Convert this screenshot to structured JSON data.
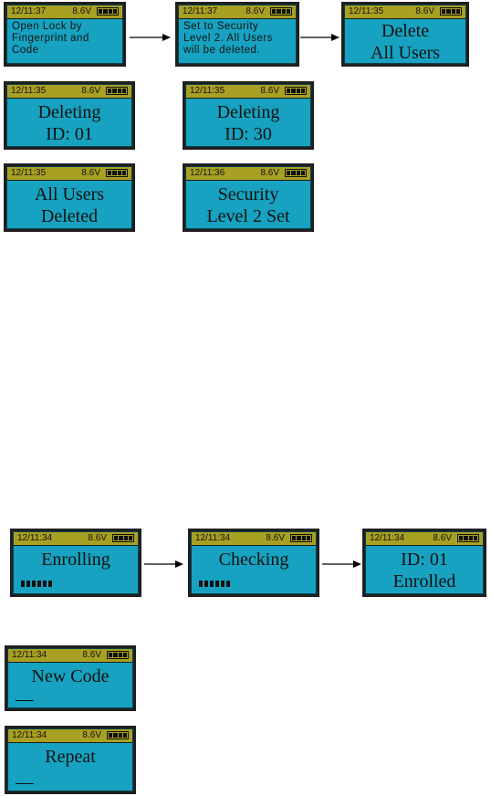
{
  "screens": {
    "s1": {
      "time": "12/11:37",
      "volt": "8.6V",
      "lines": [
        "Open Lock by",
        "Fingerprint and",
        "Code"
      ]
    },
    "s2": {
      "time": "12/11:37",
      "volt": "8.6V",
      "lines": [
        "Set to Security",
        "Level 2. All Users",
        "will be deleted."
      ]
    },
    "s3": {
      "time": "12/11:35",
      "volt": "8.6V",
      "lines": [
        "Delete",
        "All Users"
      ]
    },
    "s4": {
      "time": "12/11:35",
      "volt": "8.6V",
      "lines": [
        "Deleting",
        "ID: 01"
      ]
    },
    "s5": {
      "time": "12/11:35",
      "volt": "8.6V",
      "lines": [
        "Deleting",
        "ID: 30"
      ]
    },
    "s6": {
      "time": "12/11:35",
      "volt": "8.6V",
      "lines": [
        "All Users",
        "Deleted"
      ]
    },
    "s7": {
      "time": "12/11:36",
      "volt": "8.6V",
      "lines": [
        "Security",
        "Level 2 Set"
      ]
    },
    "s8": {
      "time": "12/11:34",
      "volt": "8.6V",
      "lines": [
        "Enrolling"
      ]
    },
    "s9": {
      "time": "12/11:34",
      "volt": "8.6V",
      "lines": [
        "Checking"
      ]
    },
    "s10": {
      "time": "12/11:34",
      "volt": "8.6V",
      "lines": [
        "ID: 01",
        "Enrolled"
      ]
    },
    "s11": {
      "time": "12/11:34",
      "volt": "8.6V",
      "lines": [
        "New Code"
      ]
    },
    "s12": {
      "time": "12/11:34",
      "volt": "8.6V",
      "lines": [
        "Repeat"
      ]
    }
  },
  "icons": {
    "battery": "battery-icon",
    "progress": "progress-bar-icon",
    "arrow": "arrow-right-icon",
    "cursor": "input-cursor-icon"
  },
  "colors": {
    "screen": "#16a2c0",
    "status_bar": "#a8a022",
    "bezel": "#1f1f1f",
    "text": "#111111"
  }
}
